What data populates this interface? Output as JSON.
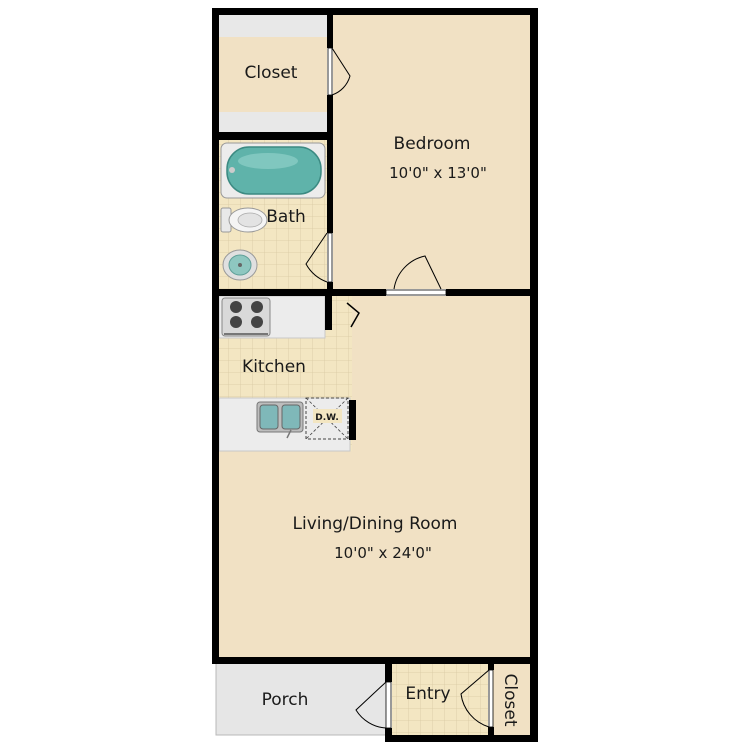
{
  "rooms": {
    "closet_top": "Closet",
    "bedroom": "Bedroom",
    "bedroom_dim": "10'0\" x 13'0\"",
    "bath": "Bath",
    "kitchen": "Kitchen",
    "dishwasher": "D.W.",
    "living": "Living/Dining Room",
    "living_dim": "10'0\" x 24'0\"",
    "porch": "Porch",
    "entry": "Entry",
    "closet_entry": "Closet"
  },
  "colors": {
    "wall": "#000000",
    "floor": "#f1e1c4",
    "tile": "#f3e6c2",
    "porch": "#e6e6e6",
    "counter": "#ececec",
    "tub": "#5fb3aa"
  }
}
